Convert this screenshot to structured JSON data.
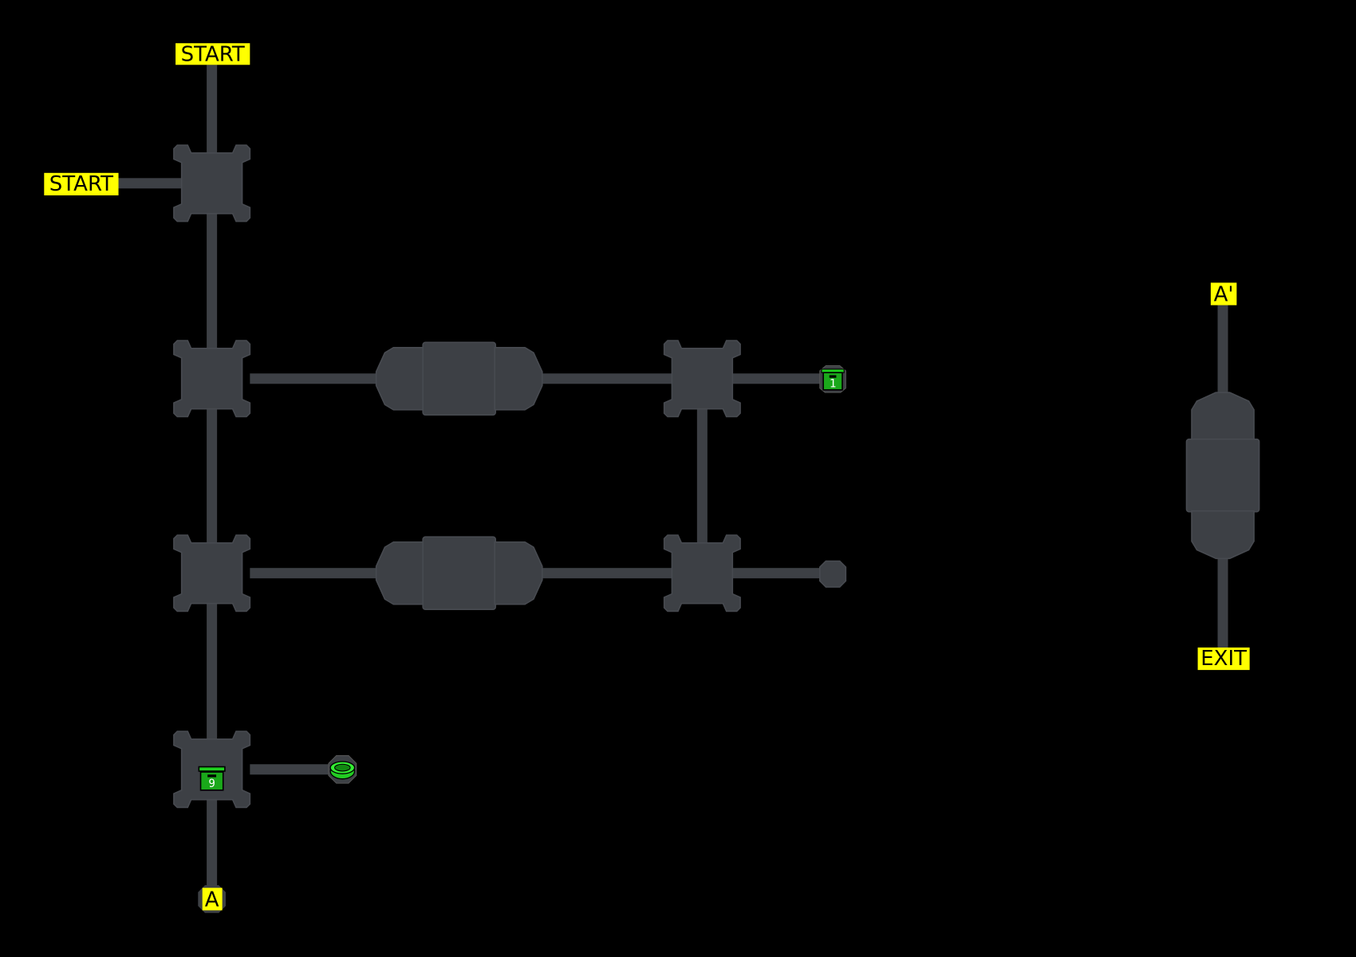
{
  "map": {
    "labels": {
      "start_top": "START",
      "start_left": "START",
      "a_marker": "A",
      "a_prime_marker": "A'",
      "exit_marker": "EXIT"
    },
    "chests": [
      {
        "number": "1"
      },
      {
        "number": "9"
      }
    ],
    "colors": {
      "background": "#000000",
      "room": "#3d4045",
      "label": "#ffff00",
      "chest": "#1aa81a",
      "warp": "#33ee33"
    }
  }
}
